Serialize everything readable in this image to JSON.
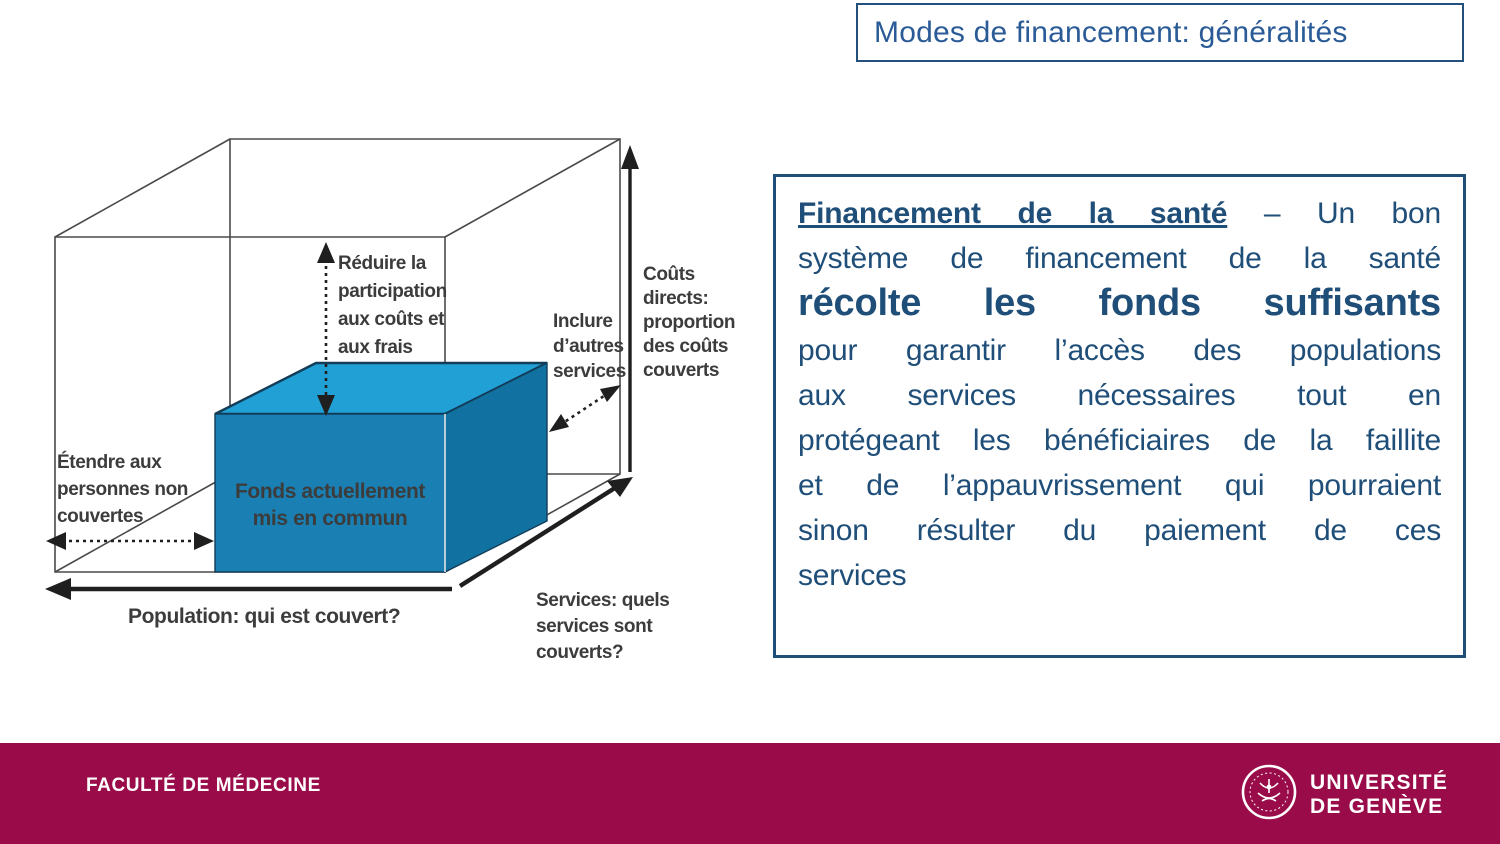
{
  "slide": {
    "title": "Modes de financement: généralités"
  },
  "diagram": {
    "labels": {
      "reduce_participation": [
        "Réduire la",
        "participation",
        "aux coûts et",
        "aux frais"
      ],
      "extend_people": [
        "Étendre aux",
        "personnes non",
        "couvertes"
      ],
      "include_services": [
        "Inclure",
        "d’autres",
        "services"
      ],
      "direct_costs": [
        "Coûts",
        "directs:",
        "proportion",
        "des coûts",
        "couverts"
      ],
      "pooled_funds": [
        "Fonds actuellement",
        "mis en commun"
      ],
      "population_axis": "Population: qui est couvert?",
      "services_axis": [
        "Services: quels",
        "services sont",
        "couverts?"
      ]
    },
    "colors": {
      "box_top": "#21a0d6",
      "box_front": "#1a80b4",
      "box_side": "#1172a2",
      "wireframe": "#4a4a4a",
      "label": "#3c3c3c",
      "funds_text": "#d8ecf8"
    }
  },
  "textbox": {
    "border_color": "#1f4e79",
    "text_color": "#1f4e79",
    "lines": [
      [
        {
          "t": "Financement de la santé",
          "s": "lead"
        },
        {
          "t": " – Un bon",
          "s": "normal"
        }
      ],
      [
        {
          "t": "système de financement de la santé",
          "s": "normal"
        }
      ],
      [
        {
          "t": "récolte les fonds suffisants",
          "s": "big"
        }
      ],
      [
        {
          "t": "pour garantir l’accès des populations",
          "s": "normal"
        }
      ],
      [
        {
          "t": "aux services nécessaires tout en",
          "s": "normal"
        }
      ],
      [
        {
          "t": "protégeant les bénéficiaires de la faillite",
          "s": "normal"
        }
      ],
      [
        {
          "t": "et de l’appauvrissement qui pourraient",
          "s": "normal"
        }
      ],
      [
        {
          "t": "sinon résulter du paiement de ces",
          "s": "normal"
        }
      ],
      [
        {
          "t": "services",
          "s": "normal"
        }
      ]
    ]
  },
  "footer": {
    "faculty": "FACULTÉ DE MÉDECINE",
    "university_line1": "UNIVERSITÉ",
    "university_line2": "DE GENÈVE",
    "background": "#990c49"
  }
}
